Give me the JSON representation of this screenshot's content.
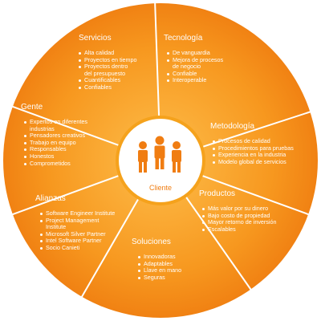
{
  "center": {
    "label": "Cliente",
    "icon": "people-group-icon"
  },
  "colors": {
    "light": "#fbb03b",
    "mid": "#f7941d",
    "dark": "#f07d12",
    "center_ring": "#f5a21c"
  },
  "segments": [
    {
      "title": "Servicios",
      "items": [
        "Alta calidad",
        "Proyectos en tiempo",
        "Proyectos dentro",
        "del presupuesto",
        "Cuantificables",
        "Confiables"
      ]
    },
    {
      "title": "Tecnología",
      "items": [
        "De vanguardia",
        "Mejora de procesos",
        "de negocio",
        "Confiable",
        "Interoperable"
      ]
    },
    {
      "title": "Metodología",
      "items": [
        "Procesos de calidad",
        "Procedimientos para pruebas",
        "Experiencia en la industria",
        "Modelo global de servicios"
      ]
    },
    {
      "title": "Productos",
      "items": [
        "Más valor por su dinero",
        "Bajo costo de propiedad",
        "Mayor retorno de inversión",
        "Escalables"
      ]
    },
    {
      "title": "Soluciones",
      "items": [
        "Innovadoras",
        "Adaptables",
        "Llave en mano",
        "Seguras"
      ]
    },
    {
      "title": "Alianzas",
      "items": [
        "Software Engineer Institute",
        "Project Management",
        "Institute",
        "Microsoft Silver Partner",
        "Intel Software Partner",
        "Socio Canieti"
      ]
    },
    {
      "title": "Gente",
      "items": [
        "Expertos en diferentes",
        "industrias",
        "Pensadores creativos",
        "Trabajo en equipo",
        "Responsables",
        "Honestos",
        "Comprometidos"
      ]
    }
  ]
}
